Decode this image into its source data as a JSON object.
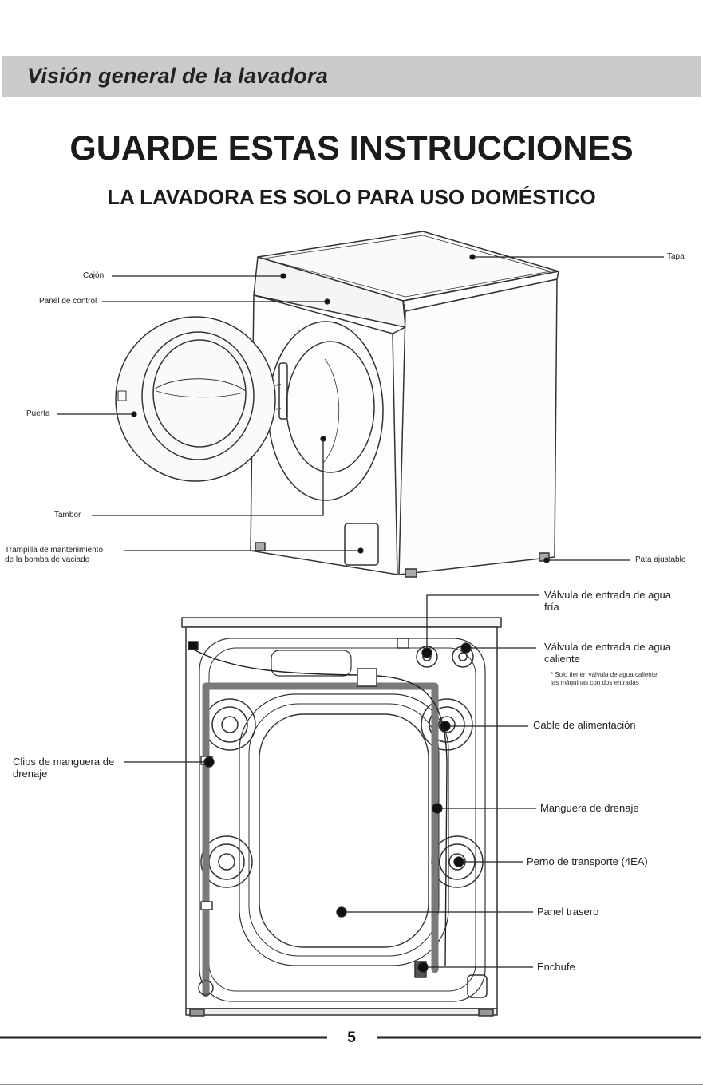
{
  "header": {
    "section_title": "Visión general de la lavadora"
  },
  "titles": {
    "main": "GUARDE ESTAS INSTRUCCIONES",
    "sub": "LA LAVADORA ES SOLO PARA USO DOMÉSTICO"
  },
  "front_labels": {
    "tapa": "Tapa",
    "cajon": "Cajón",
    "panel_control": "Panel de control",
    "puerta": "Puerta",
    "tambor": "Tambor",
    "trampilla_line1": "Trampilla de mantenimiento",
    "trampilla_line2": "de la bomba de vaciado",
    "pata": "Pata ajustable"
  },
  "rear_labels": {
    "valvula_fria_line1": "Válvula de entrada de agua",
    "valvula_fria_line2": "fría",
    "valvula_caliente_line1": "Válvula de entrada de agua",
    "valvula_caliente_line2": "caliente",
    "note_line1": "* Solo tienen válvula de agua caliente",
    "note_line2": "las máquinas con dos entradas",
    "cable": "Cable de alimentación",
    "clips_line1": "Clips de manguera de",
    "clips_line2": "drenaje",
    "manguera": "Manguera de drenaje",
    "perno": "Perno de transporte (4EA)",
    "panel_trasero": "Panel trasero",
    "enchufe": "Enchufe"
  },
  "footer": {
    "page_number": "5"
  }
}
